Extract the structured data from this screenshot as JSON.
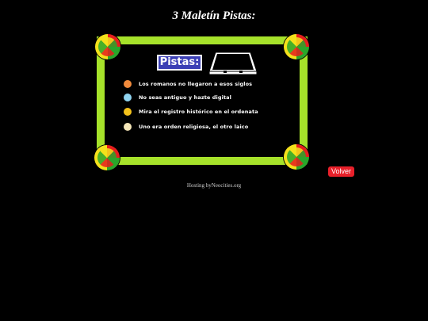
{
  "page": {
    "title": "3 Maletín Pistas:"
  },
  "panel": {
    "label": "Pistas:",
    "briefcase_icon": "briefcase-icon",
    "corner_icon": "trivial-cheese-icon"
  },
  "clues": [
    {
      "text": "Los romanos no llegaron a esos siglos",
      "color": "#f08a3c"
    },
    {
      "text": "No seas antiguo y hazte digital",
      "color": "#8fd3f0"
    },
    {
      "text": "Mira el registro histórico en el ordenata",
      "color": "#f4c21b"
    },
    {
      "text": "Uno era orden religiosa, el otro laico",
      "color": "#f5e6b8"
    }
  ],
  "actions": {
    "back_label": "Volver"
  },
  "footer": {
    "hosting": "Hosting byNeocities.org"
  },
  "colors": {
    "frame": "#a6e22a",
    "label_bg": "#3b3fb5",
    "button": "#e8202a"
  }
}
